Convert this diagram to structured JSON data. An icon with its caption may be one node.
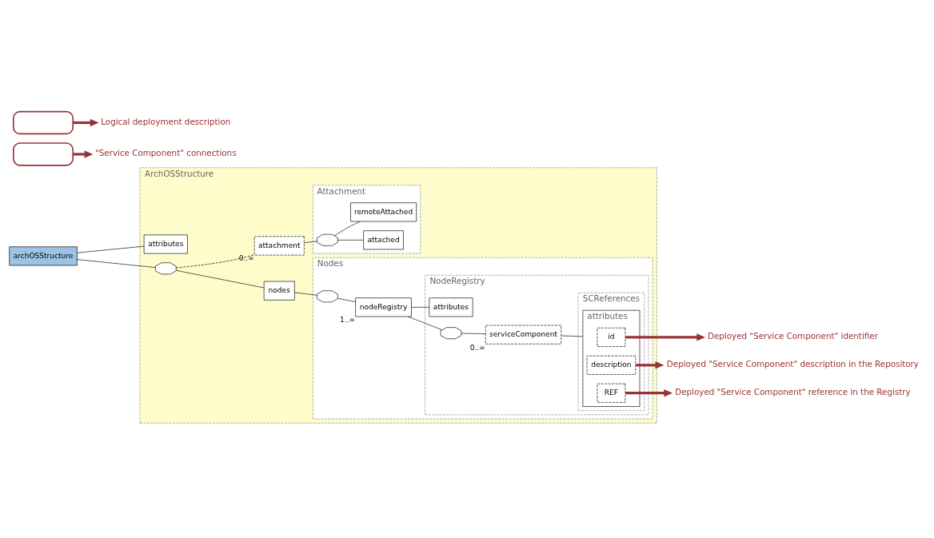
{
  "diagram": {
    "nodes": [
      {
        "text": [
          "ArchOSStructure"
        ]
      },
      {
        "text": [
          "archOSStructure"
        ]
      },
      {
        "text": [
          "attributes"
        ],
        "in": 0
      },
      {
        "text": [],
        "shape": "octagon",
        "in": 0
      },
      {
        "text": [
          "nodes"
        ],
        "in": 0
      },
      {
        "text": [
          "Nodes"
        ],
        "in": 0
      },
      {
        "text": [],
        "shape": "octagon",
        "in": 5
      },
      {
        "text": [
          "nodeRegistry"
        ],
        "beside": [
          "1..∞"
        ],
        "in": 5
      },
      {
        "text": [
          "NodeRegistry"
        ],
        "in": 5
      },
      {
        "text": [
          "attributes"
        ],
        "in": 8
      },
      {
        "text": [],
        "shape": "octagon",
        "in": 8
      },
      {
        "text": [
          "serviceComponent"
        ],
        "beside": [
          "0..∞"
        ],
        "in": 8
      },
      {
        "text": [
          "SCReferences"
        ],
        "in": 8
      },
      {
        "text": [
          "attributes"
        ],
        "in": 12
      },
      {
        "text": [
          "id"
        ],
        "in": 13
      },
      {
        "text": [
          "description"
        ],
        "in": 13
      },
      {
        "text": [
          "REF"
        ],
        "in": 13
      },
      {
        "text": [
          "attachment"
        ],
        "beside": [
          "0..∞"
        ],
        "in": 0
      },
      {
        "text": [
          "Attachment"
        ],
        "in": 0
      },
      {
        "text": [],
        "shape": "octagon",
        "in": 18
      },
      {
        "text": [
          "attached"
        ],
        "in": 18
      },
      {
        "text": [
          "remoteAttached"
        ],
        "in": 18
      },
      {
        "text": [
          "Deployed \"Service Component\" description in the Repository"
        ]
      },
      {
        "text": [
          "Deployed \"Service Component\" identifier"
        ]
      },
      {
        "text": [
          "Logical deployment description"
        ]
      },
      {
        "text": [
          "\"Service Component\" connections"
        ]
      },
      {
        "text": [
          "Deployed \"Service Component\" reference in the Registry"
        ]
      },
      {
        "text": [],
        "shape": "box"
      },
      {
        "text": [],
        "shape": "box"
      }
    ],
    "edges": [
      {
        "from": 1,
        "to": 2,
        "arrow": "none"
      },
      {
        "from": 1,
        "to": 3,
        "arrow": "none"
      },
      {
        "from": 3,
        "to": 4,
        "arrow": "none"
      },
      {
        "from": 3,
        "to": 17,
        "arrow": "none",
        "style": "dashed"
      },
      {
        "from": 4,
        "to": 6,
        "arrow": "none"
      },
      {
        "from": 6,
        "to": 7,
        "arrow": "none"
      },
      {
        "from": 7,
        "to": 9,
        "arrow": "none"
      },
      {
        "from": 7,
        "to": 10,
        "arrow": "none"
      },
      {
        "from": 10,
        "to": 11,
        "arrow": "none"
      },
      {
        "from": 11,
        "to": 13,
        "arrow": "none"
      },
      {
        "from": 17,
        "to": 19,
        "arrow": "none"
      },
      {
        "from": 19,
        "to": 20,
        "arrow": "none"
      },
      {
        "from": 19,
        "to": 21,
        "arrow": "none"
      },
      {
        "from": 15,
        "to": 22,
        "arrow": "to",
        "style": "thick",
        "color": "#993333"
      },
      {
        "from": 14,
        "to": 23,
        "arrow": "to",
        "style": "thick",
        "color": "#993333"
      },
      {
        "from": 27,
        "to": 24,
        "arrow": "to",
        "style": "thick",
        "color": "#993333"
      },
      {
        "from": 28,
        "to": 25,
        "arrow": "to",
        "style": "thick",
        "color": "#993333"
      },
      {
        "from": 16,
        "to": 26,
        "arrow": "to",
        "style": "thick",
        "color": "#993333"
      }
    ]
  }
}
